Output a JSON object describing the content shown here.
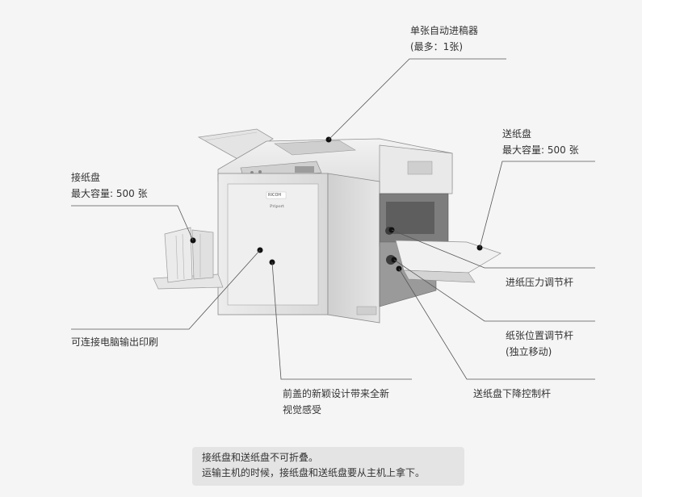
{
  "callouts": {
    "single_feeder": {
      "line1": "单张自动进稿器",
      "line2": "(最多：1张)"
    },
    "feed_tray": {
      "line1": "送纸盘",
      "line2": "最大容量: 500 张"
    },
    "receiving_tray": {
      "line1": "接纸盘",
      "line2": "最大容量: 500 张"
    },
    "feed_pressure_lever": {
      "line1": "进纸压力调节杆"
    },
    "paper_position_lever": {
      "line1": "纸张位置调节杆",
      "line2": "(独立移动)"
    },
    "pc_print": {
      "line1": "可连接电脑输出印刷"
    },
    "tray_down_control": {
      "line1": "送纸盘下降控制杆"
    },
    "front_cover": {
      "line1": "前盖的新颖设计带来全新",
      "line2": "视觉感受"
    }
  },
  "machine": {
    "brand": "RICOH",
    "model": "Priport"
  },
  "note": {
    "line1": "接纸盘和送纸盘不可折叠。",
    "line2": "运输主机的时候，接纸盘和送纸盘要从主机上拿下。"
  }
}
